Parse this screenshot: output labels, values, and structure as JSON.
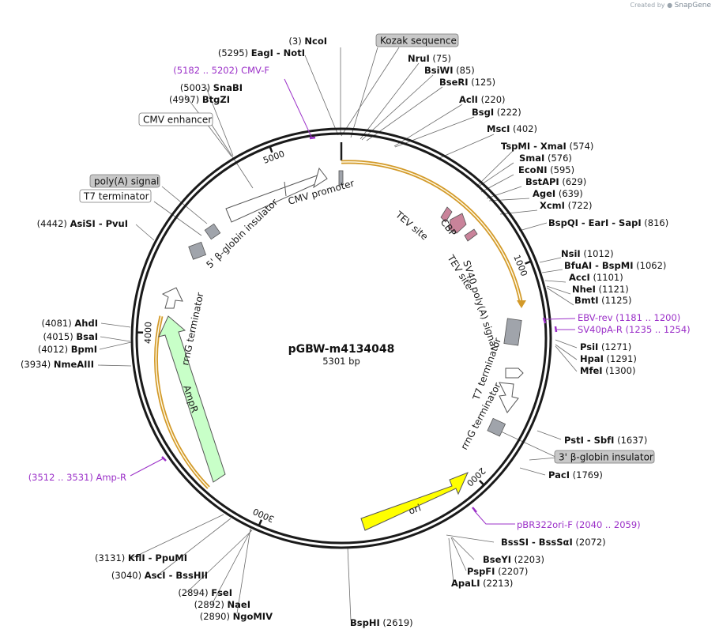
{
  "credit": {
    "prefix": "Created by",
    "brand": "SnapGene"
  },
  "plasmid": {
    "name": "pGBW-m4134048",
    "length": "5301 bp"
  },
  "ticks": [
    "1000",
    "2000",
    "3000",
    "4000",
    "5000"
  ],
  "enzymes": [
    {
      "side": "R",
      "pos": "(3)",
      "names": [
        "NcoI"
      ],
      "label_pos": "left"
    },
    {
      "side": "R",
      "pos": "(75)",
      "names": [
        "NruI"
      ]
    },
    {
      "side": "R",
      "pos": "(85)",
      "names": [
        "BsiWI"
      ]
    },
    {
      "side": "R",
      "pos": "(125)",
      "names": [
        "BseRI"
      ]
    },
    {
      "side": "R",
      "pos": "(220)",
      "names": [
        "AclI"
      ]
    },
    {
      "side": "R",
      "pos": "(222)",
      "names": [
        "BsgI"
      ]
    },
    {
      "side": "R",
      "pos": "(402)",
      "names": [
        "MscI"
      ]
    },
    {
      "side": "R",
      "pos": "(574)",
      "names": [
        "TspMI",
        "XmaI"
      ]
    },
    {
      "side": "R",
      "pos": "(576)",
      "names": [
        "SmaI"
      ]
    },
    {
      "side": "R",
      "pos": "(595)",
      "names": [
        "EcoNI"
      ]
    },
    {
      "side": "R",
      "pos": "(629)",
      "names": [
        "BstAPI"
      ]
    },
    {
      "side": "R",
      "pos": "(639)",
      "names": [
        "AgeI"
      ]
    },
    {
      "side": "R",
      "pos": "(722)",
      "names": [
        "XcmI"
      ]
    },
    {
      "side": "R",
      "pos": "(816)",
      "names": [
        "BspQI",
        "EarI",
        "SapI"
      ]
    },
    {
      "side": "R",
      "pos": "(1012)",
      "names": [
        "NsiI"
      ]
    },
    {
      "side": "R",
      "pos": "(1062)",
      "names": [
        "BfuAI",
        "BspMI"
      ]
    },
    {
      "side": "R",
      "pos": "(1101)",
      "names": [
        "AccI"
      ]
    },
    {
      "side": "R",
      "pos": "(1121)",
      "names": [
        "NheI"
      ]
    },
    {
      "side": "R",
      "pos": "(1125)",
      "names": [
        "BmtI"
      ]
    },
    {
      "side": "R",
      "pos": "(1271)",
      "names": [
        "PsiI"
      ]
    },
    {
      "side": "R",
      "pos": "(1291)",
      "names": [
        "HpaI"
      ]
    },
    {
      "side": "R",
      "pos": "(1300)",
      "names": [
        "MfeI"
      ]
    },
    {
      "side": "R",
      "pos": "(1637)",
      "names": [
        "PstI",
        "SbfI"
      ]
    },
    {
      "side": "R",
      "pos": "(1769)",
      "names": [
        "PacI"
      ]
    },
    {
      "side": "R",
      "pos": "(2072)",
      "names": [
        "BssSI",
        "BssSαI"
      ]
    },
    {
      "side": "R",
      "pos": "(2203)",
      "names": [
        "BseYI"
      ]
    },
    {
      "side": "R",
      "pos": "(2207)",
      "names": [
        "PspFI"
      ]
    },
    {
      "side": "R",
      "pos": "(2213)",
      "names": [
        "ApaLI"
      ]
    },
    {
      "side": "R",
      "pos": "(2619)",
      "names": [
        "BspHI"
      ]
    },
    {
      "side": "L",
      "pos": "(2890)",
      "names": [
        "NgoMIV"
      ]
    },
    {
      "side": "L",
      "pos": "(2892)",
      "names": [
        "NaeI"
      ]
    },
    {
      "side": "L",
      "pos": "(2894)",
      "names": [
        "FseI"
      ]
    },
    {
      "side": "L",
      "pos": "(3040)",
      "names": [
        "AscI",
        "BssHII"
      ]
    },
    {
      "side": "L",
      "pos": "(3131)",
      "names": [
        "KflI",
        "PpuMI"
      ]
    },
    {
      "side": "L",
      "pos": "(3934)",
      "names": [
        "NmeAIII"
      ]
    },
    {
      "side": "L",
      "pos": "(4012)",
      "names": [
        "BpmI"
      ]
    },
    {
      "side": "L",
      "pos": "(4015)",
      "names": [
        "BsaI"
      ]
    },
    {
      "side": "L",
      "pos": "(4081)",
      "names": [
        "AhdI"
      ]
    },
    {
      "side": "L",
      "pos": "(4442)",
      "names": [
        "AsiSI",
        "PvuI"
      ]
    },
    {
      "side": "L",
      "pos": "(4997)",
      "names": [
        "BtgZI"
      ]
    },
    {
      "side": "L",
      "pos": "(5003)",
      "names": [
        "SnaBI"
      ]
    },
    {
      "side": "L",
      "pos": "(5295)",
      "names": [
        "EagI",
        "NotI"
      ]
    }
  ],
  "primers": [
    {
      "name": "CMV-F",
      "range": "(5182 .. 5202)"
    },
    {
      "name": "EBV-rev",
      "range": "(1181 .. 1200)"
    },
    {
      "name": "SV40pA-R",
      "range": "(1235 .. 1254)"
    },
    {
      "name": "pBR322ori-F",
      "range": "(2040 .. 2059)"
    },
    {
      "name": "Amp-R",
      "range": "(3512 .. 3531)"
    }
  ],
  "feature_boxes": [
    {
      "text": "Kozak sequence",
      "style": "gray"
    },
    {
      "text": "CMV enhancer",
      "style": "white"
    },
    {
      "text": "poly(A) signal",
      "style": "gray"
    },
    {
      "text": "T7 terminator",
      "style": "white"
    },
    {
      "text": "3' β-globin insulator",
      "style": "gray"
    }
  ],
  "feature_labels": [
    {
      "text": "CMV promoter"
    },
    {
      "text": "5' β-globin insulator"
    },
    {
      "text": "TEV site"
    },
    {
      "text": "CBP"
    },
    {
      "text": "TEV site"
    },
    {
      "text": "SV40 poly(A) signal"
    },
    {
      "text": "T7 terminator"
    },
    {
      "text": "rrnG terminator"
    },
    {
      "text": "ori"
    },
    {
      "text": "AmpR"
    },
    {
      "text": "rrnG terminator"
    }
  ],
  "colors": {
    "backbone": "#1a1a1a",
    "primer": "#9b30c8",
    "orf_outline": "#d39a2a",
    "ori_fill": "#ffff00",
    "ampr_fill": "#c8ffc8",
    "tag_fill": "#c9839a",
    "terminator_fill": "#a0a4ab"
  }
}
